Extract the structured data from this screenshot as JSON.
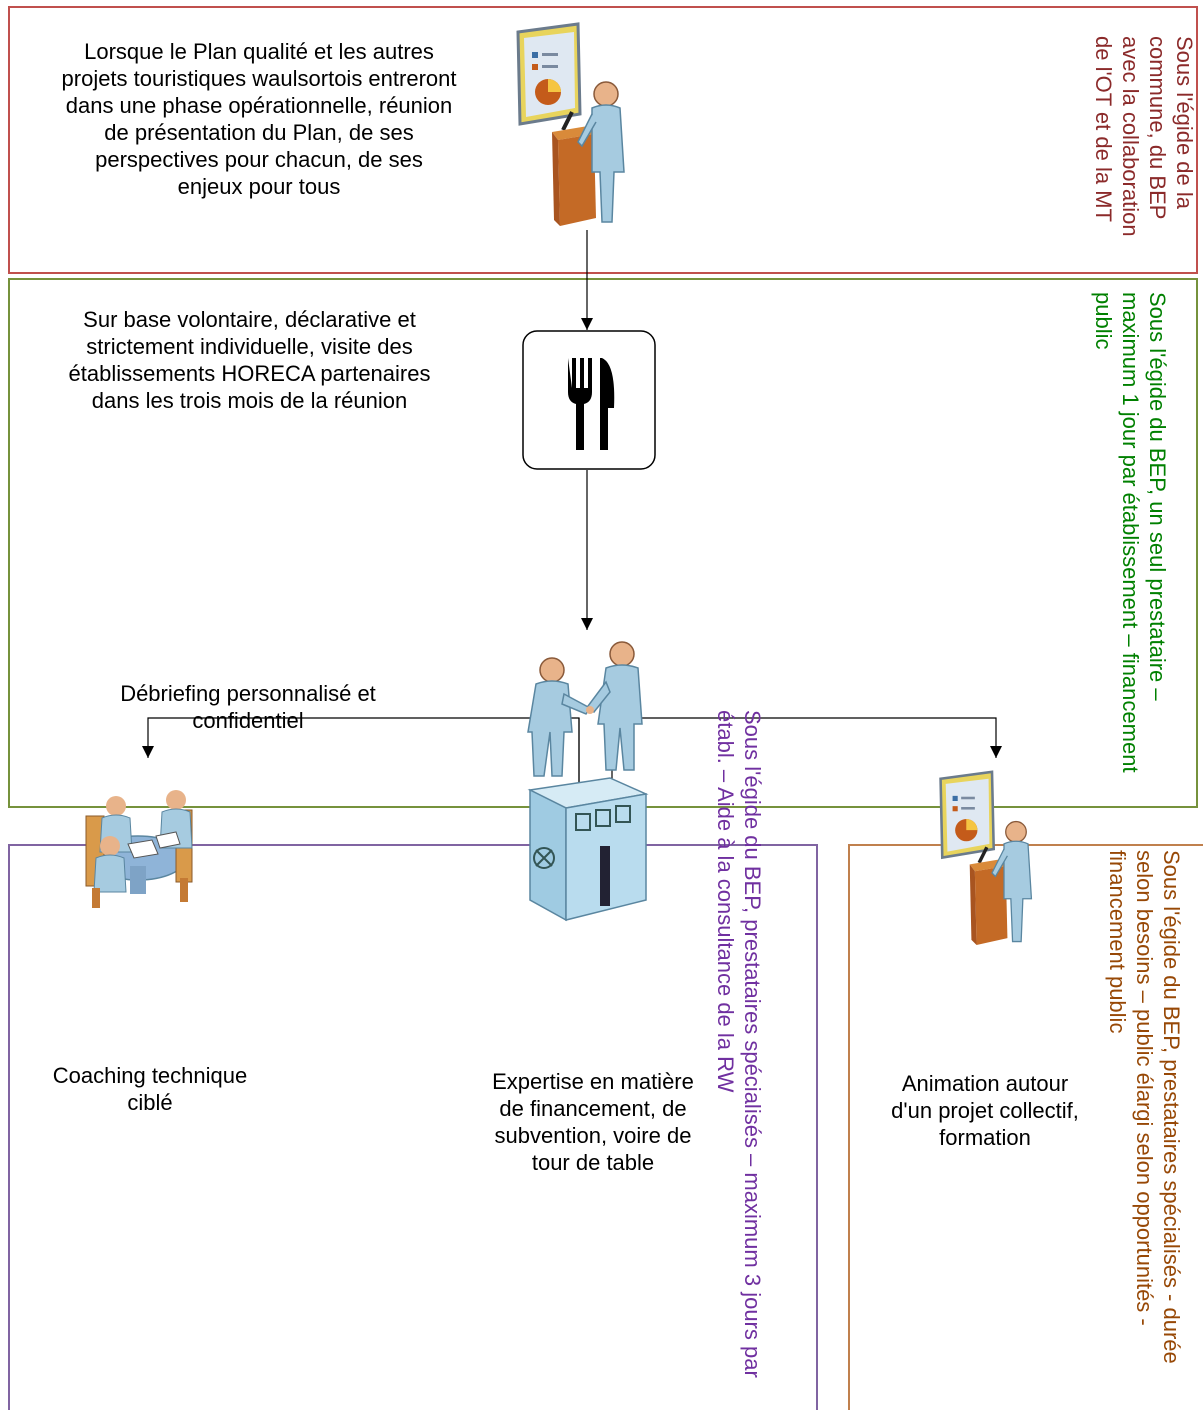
{
  "colors": {
    "red_frame": "#c0504d",
    "green_frame": "#76923c",
    "purple_frame": "#8064a2",
    "orange_frame": "#c0804d",
    "red_note": "#8b2a2a",
    "green_note": "#008000",
    "purple_note": "#7030a0",
    "orange_note": "#974806"
  },
  "stages": {
    "presentation": {
      "text": "Lorsque le Plan qualité et les autres projets touristiques waulsortois entreront dans une phase opérationnelle, réunion de présentation du Plan, de ses perspectives pour chacun, de ses enjeux pour tous",
      "note": "Sous l'égide de la commune, du BEP avec la collaboration de l'OT et de la MT",
      "icon": "presenter-podium-icon"
    },
    "visit": {
      "text": "Sur base volontaire, déclarative et strictement individuelle, visite des établissements HORECA partenaires dans les trois mois de la réunion",
      "note": "Sous l'égide du BEP, un seul prestataire – maximum 1 jour par établissement – financement public",
      "icon": "fork-knife-icon"
    },
    "debriefing": {
      "text": "Débriefing personnalisé et confidentiel",
      "icon": "handshake-icon"
    },
    "coaching": {
      "text": "Coaching technique ciblé",
      "icon": "meeting-table-icon"
    },
    "expertise": {
      "text": "Expertise en matière de financement, de subvention, voire de tour de table",
      "icon": "safe-building-icon"
    },
    "expertise_note": "Sous l'égide du BEP, prestataires spécialisés – maximum 3 jours par établ. – Aide à la consultance de la RW",
    "animation": {
      "text": "Animation autour d'un projet collectif, formation",
      "note": "Sous l'égide du BEP, prestataires spécialisés - durée selon besoins – public élargi selon opportunités - financement public",
      "icon": "presenter-podium-icon"
    }
  }
}
